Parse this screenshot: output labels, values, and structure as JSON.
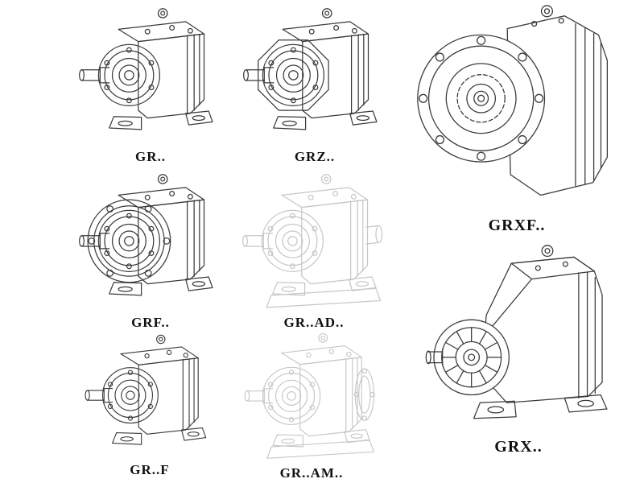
{
  "page": {
    "background": "#ffffff"
  },
  "colors": {
    "line": "#3a3a3a",
    "faint_line": "#c7c7c7",
    "label": "#101010",
    "background": "#ffffff"
  },
  "catalog": {
    "description": "Helical gear reducer model lineup line drawings",
    "items": [
      {
        "id": "gr",
        "label": "GR..",
        "variant": "foot-mounted",
        "faint": false
      },
      {
        "id": "grz",
        "label": "GRZ..",
        "variant": "foot-mounted-flange-ring",
        "faint": false
      },
      {
        "id": "grxf",
        "label": "GRXF..",
        "variant": "flange-front-view",
        "faint": false
      },
      {
        "id": "grf",
        "label": "GRF..",
        "variant": "flange-foot-mounted",
        "faint": false
      },
      {
        "id": "grad",
        "label": "GR..AD..",
        "variant": "adapter-input",
        "faint": true
      },
      {
        "id": "grff",
        "label": "GR..F",
        "variant": "foot-mounted-short",
        "faint": false
      },
      {
        "id": "gram",
        "label": "GR..AM..",
        "variant": "motor-flange-input",
        "faint": true
      },
      {
        "id": "grx",
        "label": "GRX..",
        "variant": "foot-mounted-large",
        "faint": false
      }
    ]
  }
}
